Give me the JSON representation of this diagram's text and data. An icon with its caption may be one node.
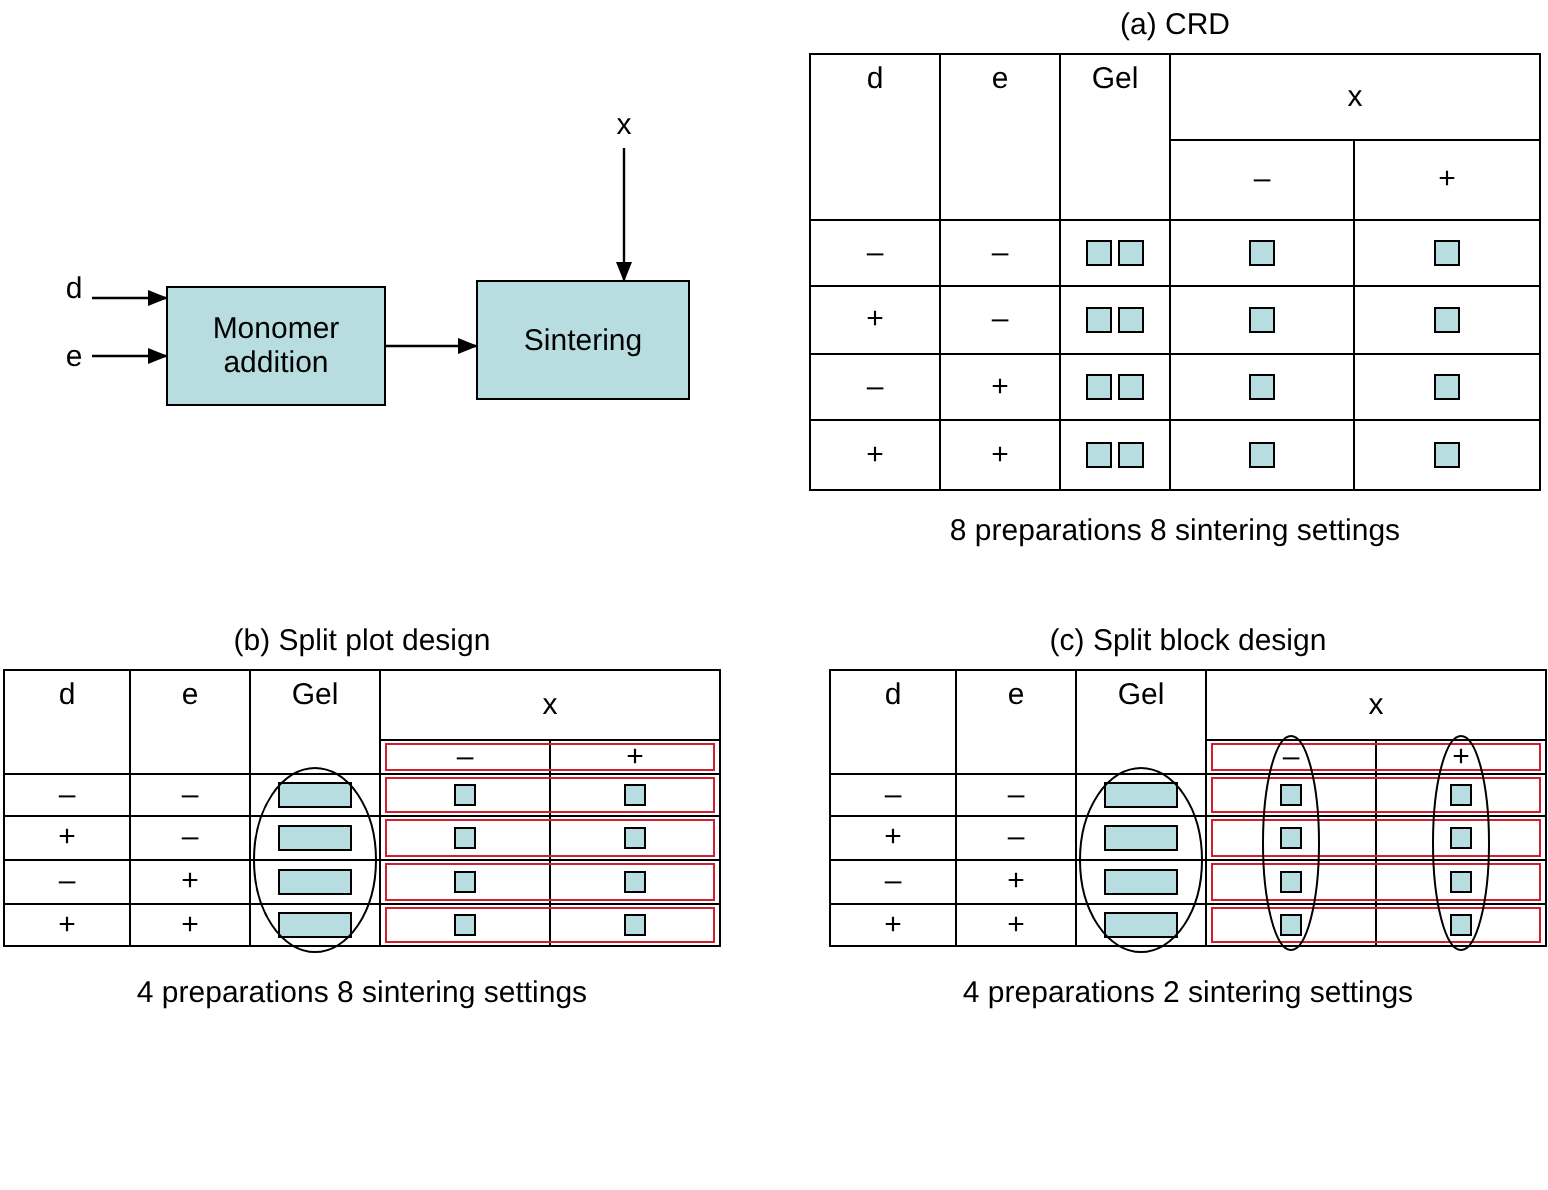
{
  "diagram": {
    "nodes": [
      {
        "text": [
          "x"
        ]
      },
      {
        "text": [
          "d"
        ]
      },
      {
        "text": [
          "e"
        ]
      },
      {
        "text": [
          "Monomer addition"
        ]
      },
      {
        "text": [
          "Sintering"
        ]
      }
    ],
    "edges": [
      {
        "from": 0,
        "to": 4,
        "arrow": "to"
      },
      {
        "from": 1,
        "to": 3,
        "arrow": "to"
      },
      {
        "from": 2,
        "to": 3,
        "arrow": "to"
      },
      {
        "from": 3,
        "to": 4,
        "arrow": "to"
      }
    ],
    "labels": [
      "(a) CRD",
      "d",
      "e",
      "Gel",
      "x",
      "–",
      "+",
      "–",
      "–",
      "+",
      "–",
      "–",
      "+",
      "+",
      "+",
      "8 preparations 8 sintering settings",
      "(b) Split plot design",
      "d",
      "e",
      "Gel",
      "x",
      "–",
      "+",
      "–",
      "–",
      "+",
      "–",
      "–",
      "+",
      "+",
      "+",
      "4 preparations 8 sintering settings",
      "(c) Split block design",
      "d",
      "e",
      "Gel",
      "x",
      "–",
      "+",
      "–",
      "–",
      "+",
      "–",
      "–",
      "+",
      "+",
      "+",
      "4 preparations 2 sintering settings"
    ]
  }
}
